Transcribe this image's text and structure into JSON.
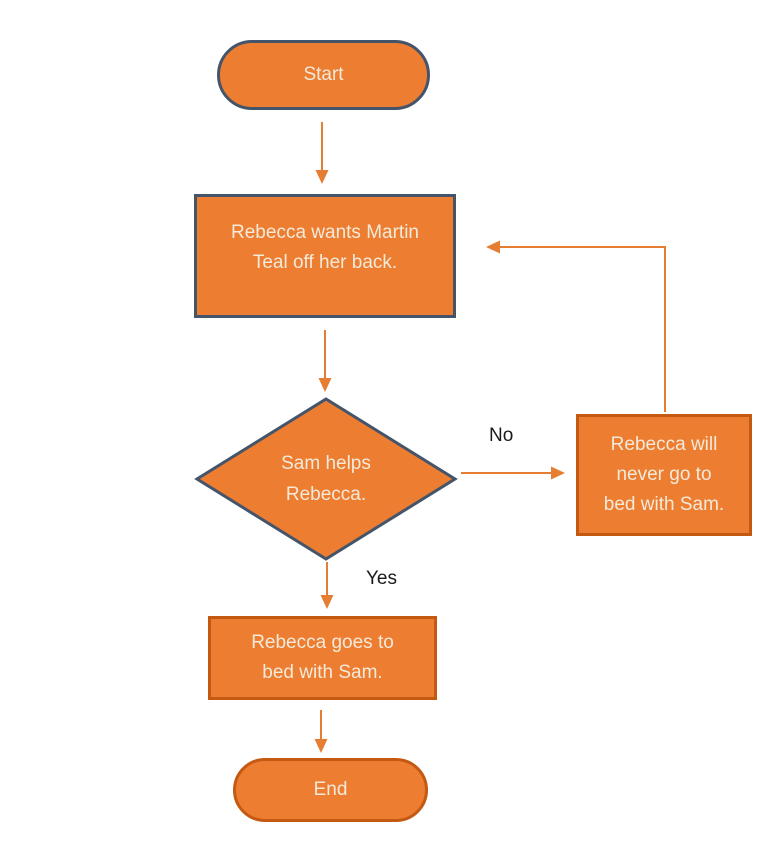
{
  "diagram": {
    "type": "flowchart",
    "nodes": {
      "start": {
        "label": "Start",
        "shape": "terminator"
      },
      "process1": {
        "lines": [
          "Rebecca wants Martin",
          "Teal off her back."
        ],
        "shape": "process"
      },
      "decision": {
        "lines": [
          "Sam helps",
          "Rebecca."
        ],
        "shape": "decision"
      },
      "no_result": {
        "lines": [
          "Rebecca will",
          "never go to",
          "bed with Sam."
        ],
        "shape": "process"
      },
      "yes_result": {
        "lines": [
          "Rebecca goes to",
          "bed with Sam."
        ],
        "shape": "process"
      },
      "end": {
        "label": "End",
        "shape": "terminator"
      }
    },
    "edges": {
      "no_label": "No",
      "yes_label": "Yes"
    },
    "colors": {
      "shape_fill": "#ED7D31",
      "dark_border": "#44546A",
      "orange_border": "#C45911",
      "arrow": "#E57E33",
      "shape_text": "#F3EADA",
      "label_text": "#1A1A1A",
      "background": "#FFFFFF"
    }
  }
}
